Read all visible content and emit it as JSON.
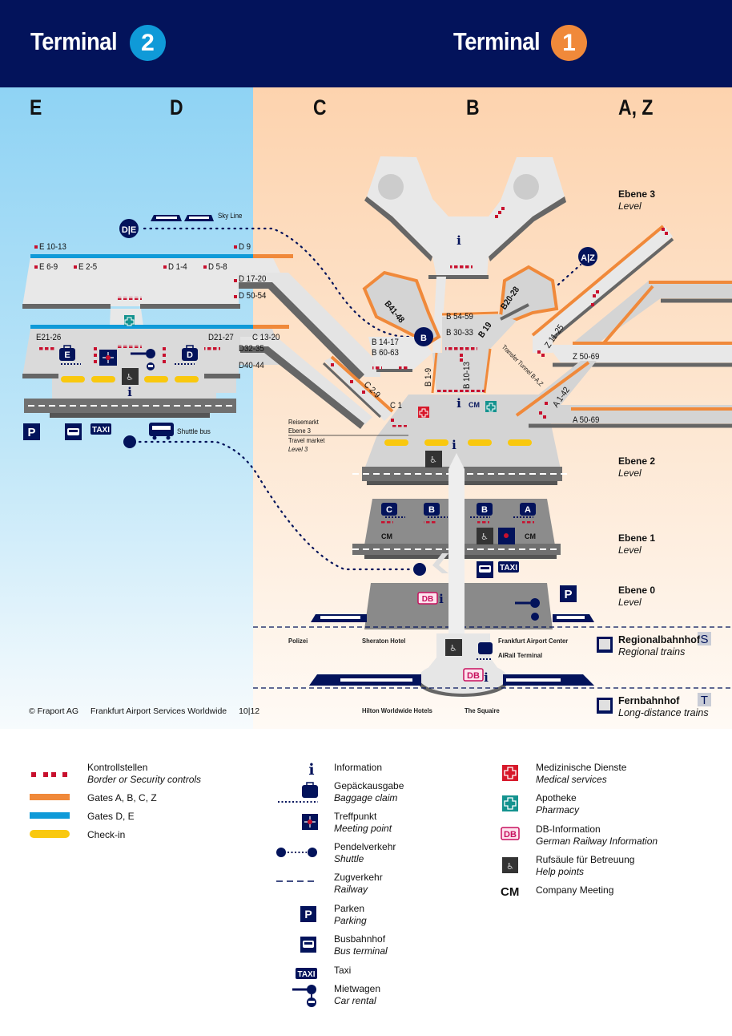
{
  "header": {
    "terminal2": {
      "label": "Terminal",
      "number": "2",
      "color": "#0f9ad8"
    },
    "terminal1": {
      "label": "Terminal",
      "number": "1",
      "color": "#f0893a"
    }
  },
  "piers": [
    "E",
    "D",
    "C",
    "B",
    "A, Z"
  ],
  "colors": {
    "navy": "#03135b",
    "security": "#c8102e",
    "gates_abcz": "#f0893a",
    "gates_de": "#0f9ad8",
    "checkin": "#f9c80e",
    "pharmacy": "#14938f",
    "medical": "#d7182a",
    "db": "#c8105e"
  },
  "levels": [
    {
      "de": "Ebene 3",
      "en": "Level"
    },
    {
      "de": "Ebene 2",
      "en": "Level"
    },
    {
      "de": "Ebene 1",
      "en": "Level"
    },
    {
      "de": "Ebene 0",
      "en": "Level"
    }
  ],
  "terminal2": {
    "skyline_label": "Sky Line",
    "skyline_stop": "D|E",
    "gates": [
      "E 10-13",
      "E 6-9",
      "E 2-5",
      "D 1-4",
      "D 5-8",
      "D 9",
      "D 17-20",
      "D 50-54",
      "E21-26",
      "D21-27",
      "C 13-20",
      "D32-35",
      "D40-44"
    ],
    "baggage": [
      "E",
      "D"
    ],
    "shuttle_label": "Shuttle bus",
    "transport": {
      "parking": "P",
      "taxi": "TAXI"
    }
  },
  "terminal1": {
    "gates": [
      "B41-48",
      "B 54-59",
      "B 30-33",
      "B 14-17",
      "B 60-63",
      "B 19",
      "B20-28",
      "B 1-9",
      "B 10-13",
      "C 2-9",
      "C 1",
      "Z 11-25",
      "Z 50-69",
      "A 1-42",
      "A 50-69"
    ],
    "transfer_tunnel": "Transfer Tunnel B-A,Z",
    "b_stop": "B",
    "az_stop": "A|Z",
    "info_cm": "CM",
    "travel_market": {
      "de1": "Reisemarkt",
      "de2": "Ebene 3",
      "en1": "Travel market",
      "en2": "Level 3"
    },
    "baggage": [
      "C",
      "B",
      "B",
      "A"
    ],
    "cm_labels": [
      "CM",
      "CM"
    ],
    "transport": {
      "taxi": "TAXI",
      "parking": "P"
    },
    "db": "DB"
  },
  "places": [
    "Polizei",
    "Sheraton Hotel",
    "Frankfurt Airport Center",
    "AiRail Terminal",
    "Hilton Worldwide Hotels",
    "The Squaire"
  ],
  "trains": [
    {
      "de": "Regionalbahnhof",
      "en": "Regional trains",
      "badge": "S"
    },
    {
      "de": "Fernbahnhof",
      "en": "Long-distance trains",
      "badge": "T"
    }
  ],
  "footer": {
    "copyright": "© Fraport AG",
    "company": "Frankfurt Airport Services Worldwide",
    "edition": "10|12"
  },
  "legend": {
    "col1": [
      {
        "icon": "security-control-icon",
        "de": "Kontrollstellen",
        "en": "Border or Security controls"
      },
      {
        "icon": "gates-abcz-line-icon",
        "de": "Gates A, B, C, Z",
        "en": ""
      },
      {
        "icon": "gates-de-line-icon",
        "de": "Gates D, E",
        "en": ""
      },
      {
        "icon": "checkin-icon",
        "de": "Check-in",
        "en": ""
      }
    ],
    "col2": [
      {
        "icon": "information-icon",
        "de": "Information",
        "en": ""
      },
      {
        "icon": "baggage-claim-icon",
        "de": "Gepäckausgabe",
        "en": "Baggage claim"
      },
      {
        "icon": "meeting-point-icon",
        "de": "Treffpunkt",
        "en": "Meeting point"
      },
      {
        "icon": "shuttle-icon",
        "de": "Pendelverkehr",
        "en": "Shuttle"
      },
      {
        "icon": "railway-icon",
        "de": "Zugverkehr",
        "en": "Railway"
      },
      {
        "icon": "parking-icon",
        "de": "Parken",
        "en": "Parking"
      },
      {
        "icon": "bus-terminal-icon",
        "de": "Busbahnhof",
        "en": "Bus terminal"
      },
      {
        "icon": "taxi-icon",
        "de": "Taxi",
        "en": ""
      },
      {
        "icon": "car-rental-icon",
        "de": "Mietwagen",
        "en": "Car rental"
      }
    ],
    "col3": [
      {
        "icon": "medical-services-icon",
        "de": "Medizinische Dienste",
        "en": "Medical services"
      },
      {
        "icon": "pharmacy-icon",
        "de": "Apotheke",
        "en": "Pharmacy"
      },
      {
        "icon": "db-information-icon",
        "de": "DB-Information",
        "en": "German Railway Information"
      },
      {
        "icon": "help-point-icon",
        "de": "Rufsäule für Betreuung",
        "en": "Help points"
      },
      {
        "icon": "company-meeting-icon",
        "de": "Company Meeting",
        "en": ""
      }
    ],
    "cm_symbol": "CM",
    "taxi_symbol": "TAXI",
    "db_symbol": "DB",
    "info_symbol": "i",
    "parking_symbol": "P"
  }
}
